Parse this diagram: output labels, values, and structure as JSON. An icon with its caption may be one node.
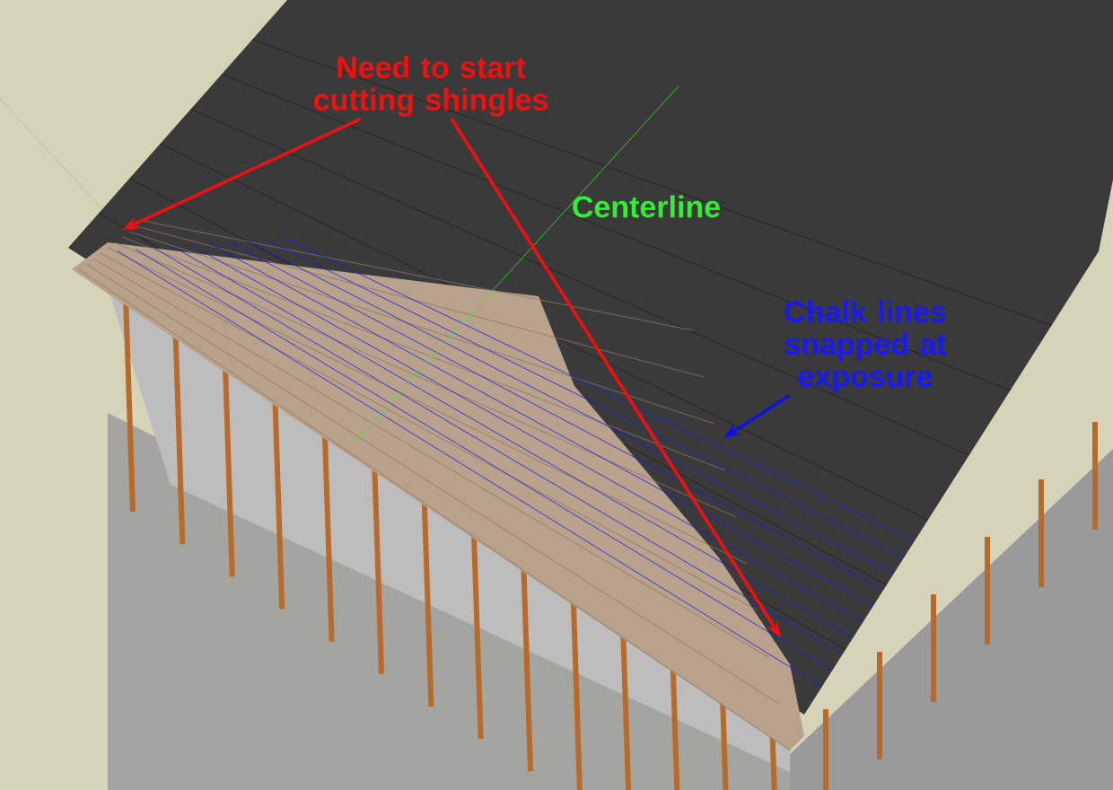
{
  "diagram": {
    "nodes": [
      {
        "text": [
          "Need to start cutting shingles"
        ]
      },
      {
        "text": [
          "Chalk lines snapped at exposure"
        ]
      }
    ],
    "edges": [
      {
        "from": 0,
        "to": null,
        "arrow": "to"
      },
      {
        "from": 0,
        "to": null,
        "arrow": "to"
      },
      {
        "from": 1,
        "to": null,
        "arrow": "to",
        "color": "#1010e0"
      }
    ],
    "labels": [
      "Centerline"
    ]
  }
}
